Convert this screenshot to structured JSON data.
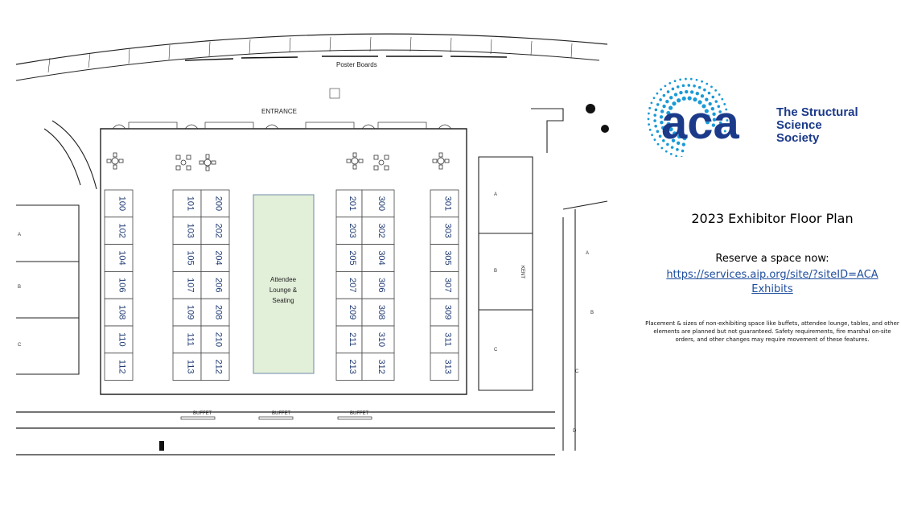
{
  "floor_plan": {
    "labels": {
      "poster_boards": "Poster Boards",
      "entrance": "ENTRANCE",
      "lounge_line1": "Attendee",
      "lounge_line2": "Lounge &",
      "lounge_line3": "Seating",
      "buffet": "BUFFET",
      "kent": "KENT",
      "room_a": "A",
      "room_b": "B",
      "room_c": "C",
      "room_d": "D"
    },
    "booth_columns": [
      [
        "100",
        "102",
        "104",
        "106",
        "108",
        "110",
        "112"
      ],
      [
        "101",
        "103",
        "105",
        "107",
        "109",
        "111",
        "113"
      ],
      [
        "200",
        "202",
        "204",
        "206",
        "208",
        "210",
        "212"
      ],
      [
        "201",
        "203",
        "205",
        "207",
        "209",
        "211",
        "213"
      ],
      [
        "300",
        "302",
        "304",
        "306",
        "308",
        "310",
        "312"
      ],
      [
        "301",
        "303",
        "305",
        "307",
        "309",
        "311",
        "313"
      ]
    ],
    "colors": {
      "lounge_fill": "#e2efd9",
      "lounge_stroke": "#6d8aa8",
      "booth_text": "#1f3b73"
    }
  },
  "panel": {
    "logo_text": "aca",
    "logo_line1": "The Structural",
    "logo_line2": "Science",
    "logo_line3": "Society",
    "title": "2023 Exhibitor Floor Plan",
    "reserve_label": "Reserve a space now:",
    "reserve_link_line1": "https://services.aip.org/site/?siteID=ACA",
    "reserve_link_line2": "Exhibits",
    "disclaimer": "Placement & sizes of non-exhibiting space like buffets, attendee lounge, tables, and other elements are planned but not guaranteed. Safety requirements, fire marshal on-site orders, and other changes may require movement of these features.",
    "colors": {
      "brand_blue": "#1b3a8a",
      "brand_cyan": "#1a9ad6",
      "link_blue": "#1f4e9e"
    }
  }
}
